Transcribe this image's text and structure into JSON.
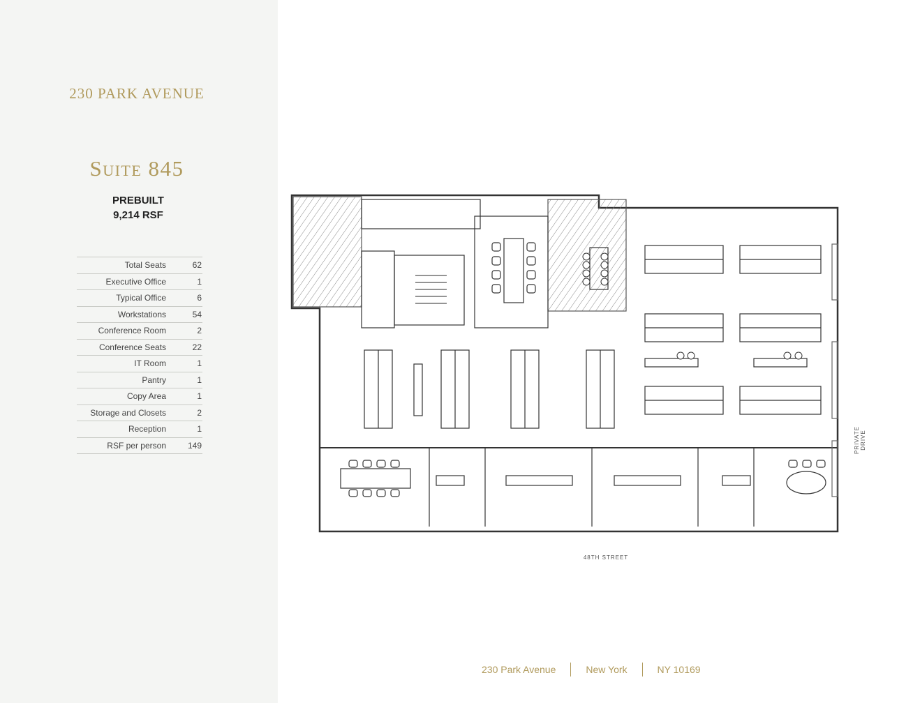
{
  "building_name": "230 PARK AVENUE",
  "suite_title": "Suite 845",
  "status": "PREBUILT",
  "rsf": "9,214 RSF",
  "stats": [
    {
      "label": "Total Seats",
      "value": "62"
    },
    {
      "label": "Executive Office",
      "value": "1"
    },
    {
      "label": "Typical Office",
      "value": "6"
    },
    {
      "label": "Workstations",
      "value": "54"
    },
    {
      "label": "Conference Room",
      "value": "2"
    },
    {
      "label": "Conference Seats",
      "value": "22"
    },
    {
      "label": "IT Room",
      "value": "1"
    },
    {
      "label": "Pantry",
      "value": "1"
    },
    {
      "label": "Copy Area",
      "value": "1"
    },
    {
      "label": "Storage and Closets",
      "value": "2"
    },
    {
      "label": "Reception",
      "value": "1"
    },
    {
      "label": "RSF per person",
      "value": "149"
    }
  ],
  "plan_labels": {
    "street": "48TH STREET",
    "private_drive": "PRIVATE DRIVE"
  },
  "footer": {
    "address": "230 Park Avenue",
    "city": "New York",
    "state_zip": "NY 10169"
  },
  "colors": {
    "accent_gold": "#b09a5c",
    "sidebar_bg": "#f4f5f3"
  }
}
